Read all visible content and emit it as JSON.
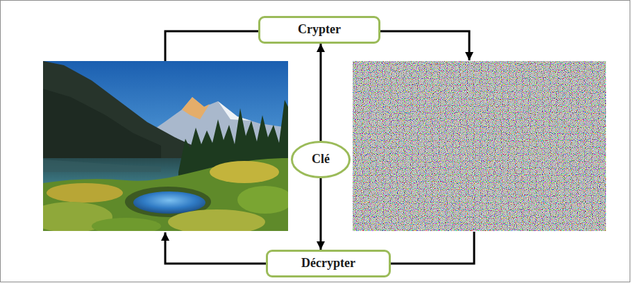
{
  "diagram": {
    "nodes": [
      {
        "text": [
          "Crypter"
        ]
      },
      {
        "text": [
          "Clé"
        ]
      },
      {
        "text": [
          "Décrypter"
        ]
      }
    ],
    "edges": [
      {
        "from": 1,
        "to": 0,
        "arrow": "to"
      },
      {
        "from": 1,
        "to": 2,
        "arrow": "to"
      }
    ]
  }
}
